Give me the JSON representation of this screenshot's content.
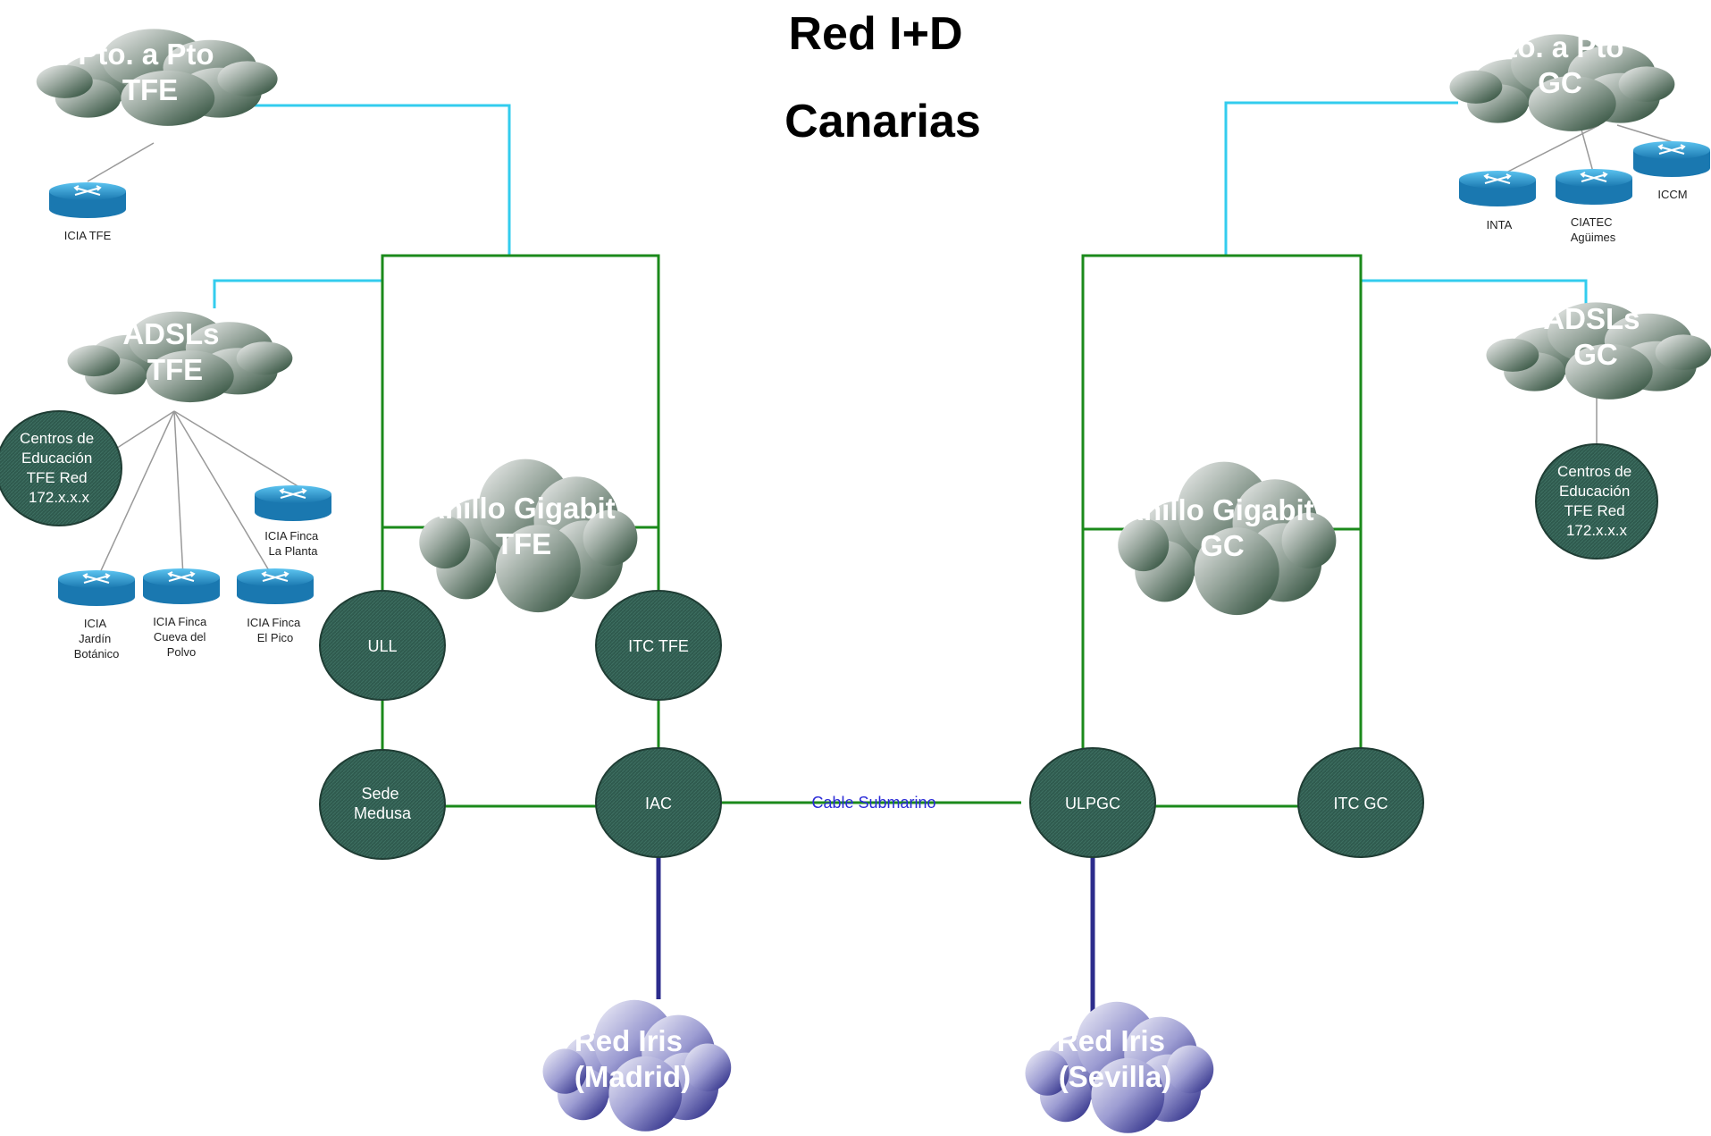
{
  "title": {
    "line1": "Red I+D",
    "line2": "Canarias"
  },
  "clouds": {
    "pto_tfe": [
      "Pto. a Pto",
      "TFE"
    ],
    "pto_gc": [
      "Pto. a Pto",
      "GC"
    ],
    "adsl_tfe": [
      "ADSLs",
      "TFE"
    ],
    "adsl_gc": [
      "ADSLs",
      "GC"
    ],
    "anillo_tfe": [
      "Anillo Gigabit",
      "TFE"
    ],
    "anillo_gc": [
      "Anillo Gigabit",
      "GC"
    ],
    "iris_madrid": [
      "Red Iris",
      "(Madrid)"
    ],
    "iris_sevilla": [
      "Red Iris",
      "(Sevilla)"
    ]
  },
  "nodes": {
    "ull": [
      "ULL"
    ],
    "itc_tfe": [
      "ITC TFE"
    ],
    "sede_medusa": [
      "Sede",
      "Medusa"
    ],
    "iac": [
      "IAC"
    ],
    "ulpgc": [
      "ULPGC"
    ],
    "itc_gc": [
      "ITC GC"
    ],
    "centros_tfe": [
      "Centros de",
      "Educación",
      "TFE Red",
      "172.x.x.x"
    ],
    "centros_gc": [
      "Centros de",
      "Educación",
      "TFE Red",
      "172.x.x.x"
    ]
  },
  "routers": {
    "icia_tfe": [
      "ICIA TFE"
    ],
    "icia_la_planta": [
      "ICIA Finca",
      "La Planta"
    ],
    "icia_jardin": [
      "ICIA",
      "Jardín",
      "Botánico"
    ],
    "icia_cueva": [
      "ICIA Finca",
      "Cueva del",
      "Polvo"
    ],
    "icia_pico": [
      "ICIA Finca",
      "El Pico"
    ],
    "inta": [
      "INTA"
    ],
    "ciatec": [
      "CIATEC",
      "Agüimes"
    ],
    "iccm": [
      "ICCM"
    ]
  },
  "links": {
    "cable_submarino": "Cable Submarino"
  },
  "colors": {
    "ring_link": "#1b8a1b",
    "cloud_link": "#33ccee",
    "node_fill": "#2f5a4e",
    "iris_link": "#2c2c8c",
    "router_fill": "#2a9fd8"
  }
}
